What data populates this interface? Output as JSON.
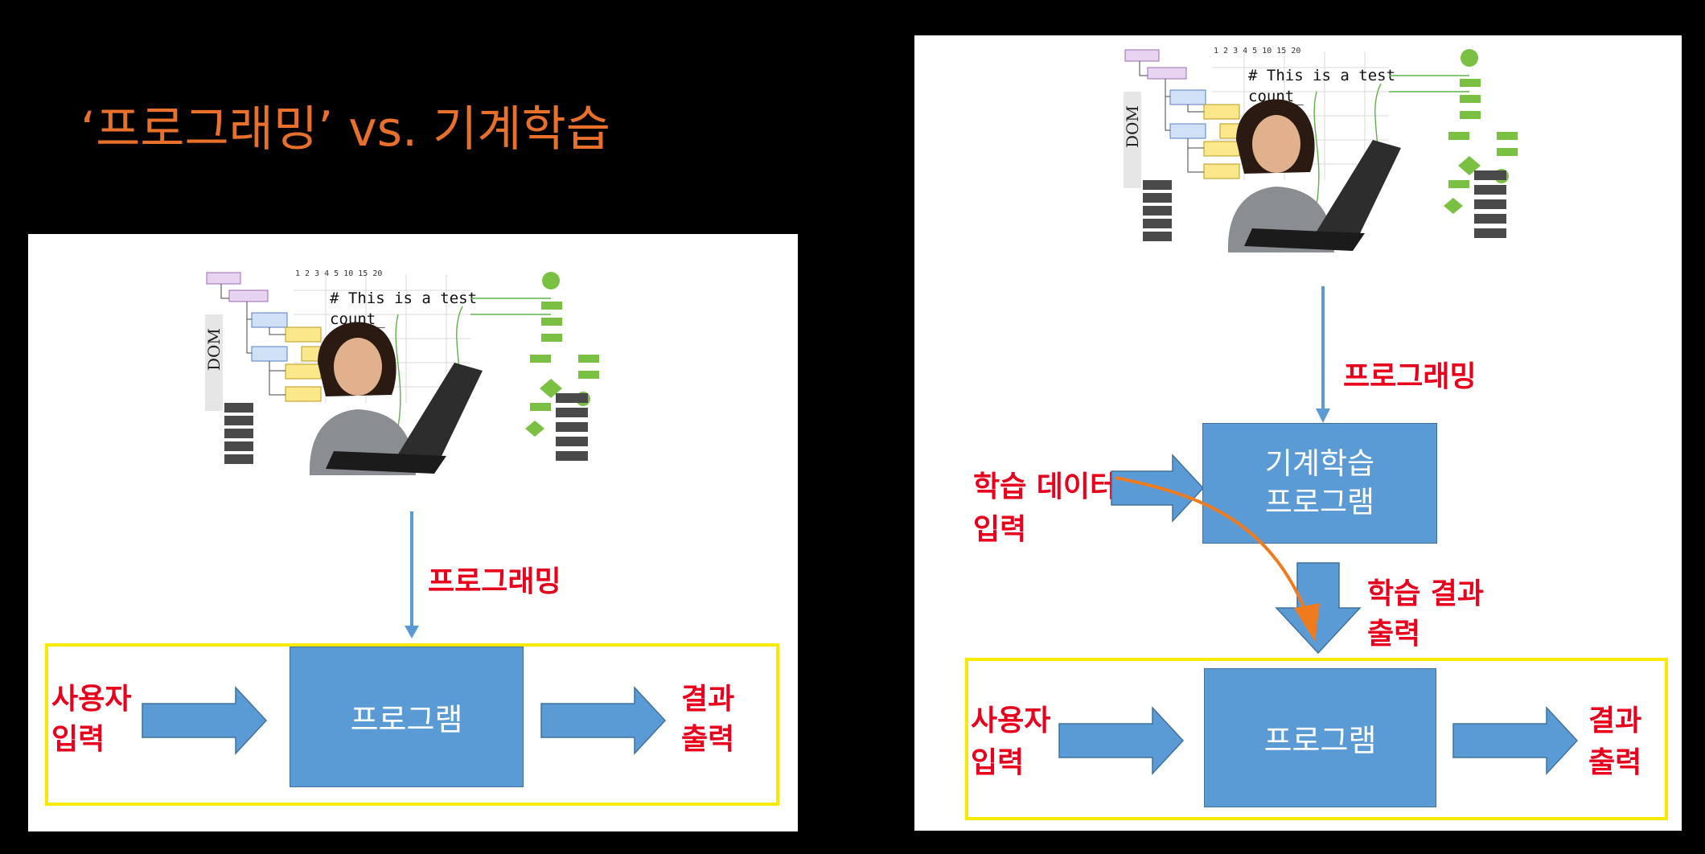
{
  "page": {
    "title": "‘프로그래밍’ vs. 기계학습"
  },
  "left_diagram": {
    "programming_label": "프로그래밍",
    "user_input_label": [
      "사용자",
      "입력"
    ],
    "program_box_label": "프로그램",
    "result_output_label": [
      "결과",
      "출력"
    ]
  },
  "right_diagram": {
    "programming_label": "프로그래밍",
    "training_data_label": [
      "학습 데이터",
      "입력"
    ],
    "ml_box_label": [
      "기계학습",
      "프로그램"
    ],
    "training_result_label": [
      "학습 결과",
      "출력"
    ],
    "user_input_label": [
      "사용자",
      "입력"
    ],
    "program_box_label": "프로그램",
    "result_output_label": [
      "결과",
      "출력"
    ]
  },
  "illustration_text": {
    "dom_label": "DOM",
    "code_line_1": "# This is a test",
    "code_line_2": "count_",
    "ruler": "1 2 3 4 5    10    15    20"
  },
  "colors": {
    "title": "#e8702a",
    "label_red": "#e8001c",
    "box_blue": "#5b9bd5",
    "frame_yellow": "#f7ea00",
    "curve_orange": "#f07b1e"
  }
}
